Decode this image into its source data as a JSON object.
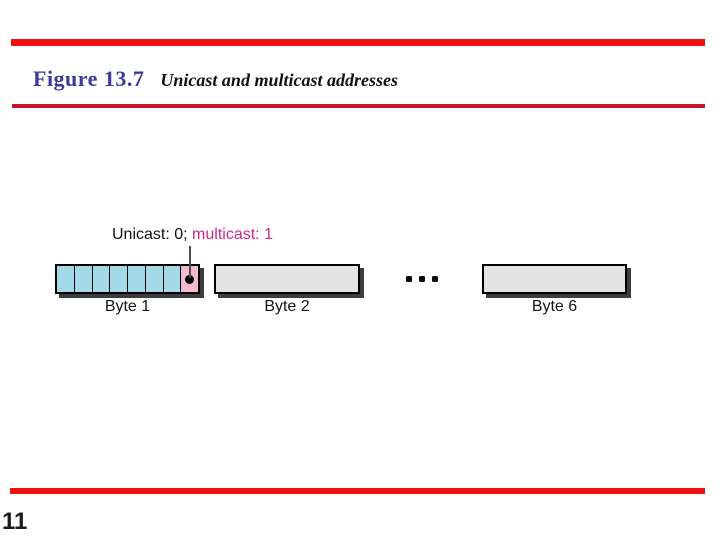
{
  "slide": {
    "figure_label": "Figure 13.7",
    "figure_caption": "Unicast and multicast addresses",
    "page_number": "11"
  },
  "diagram": {
    "annotation_black": "Unicast: 0;",
    "annotation_magenta": "multicast: 1",
    "ellipsis": "...",
    "byte1_bit_cells": 8,
    "bytes": [
      {
        "label": "Byte 1"
      },
      {
        "label": "Byte 2"
      },
      {
        "label": "Byte 6"
      }
    ]
  },
  "colors": {
    "rule_red": "#ee1111",
    "rule_red_dark": "#c41425",
    "title_blue": "#3b3b9e",
    "annotation_magenta": "#cb2a8c",
    "bit_cell_cyan": "#a4d9e7",
    "multicast_cell_pink": "#f5bad0",
    "byte_box_gray": "#e3e3e3",
    "box_shadow": "#3d3d3d"
  }
}
